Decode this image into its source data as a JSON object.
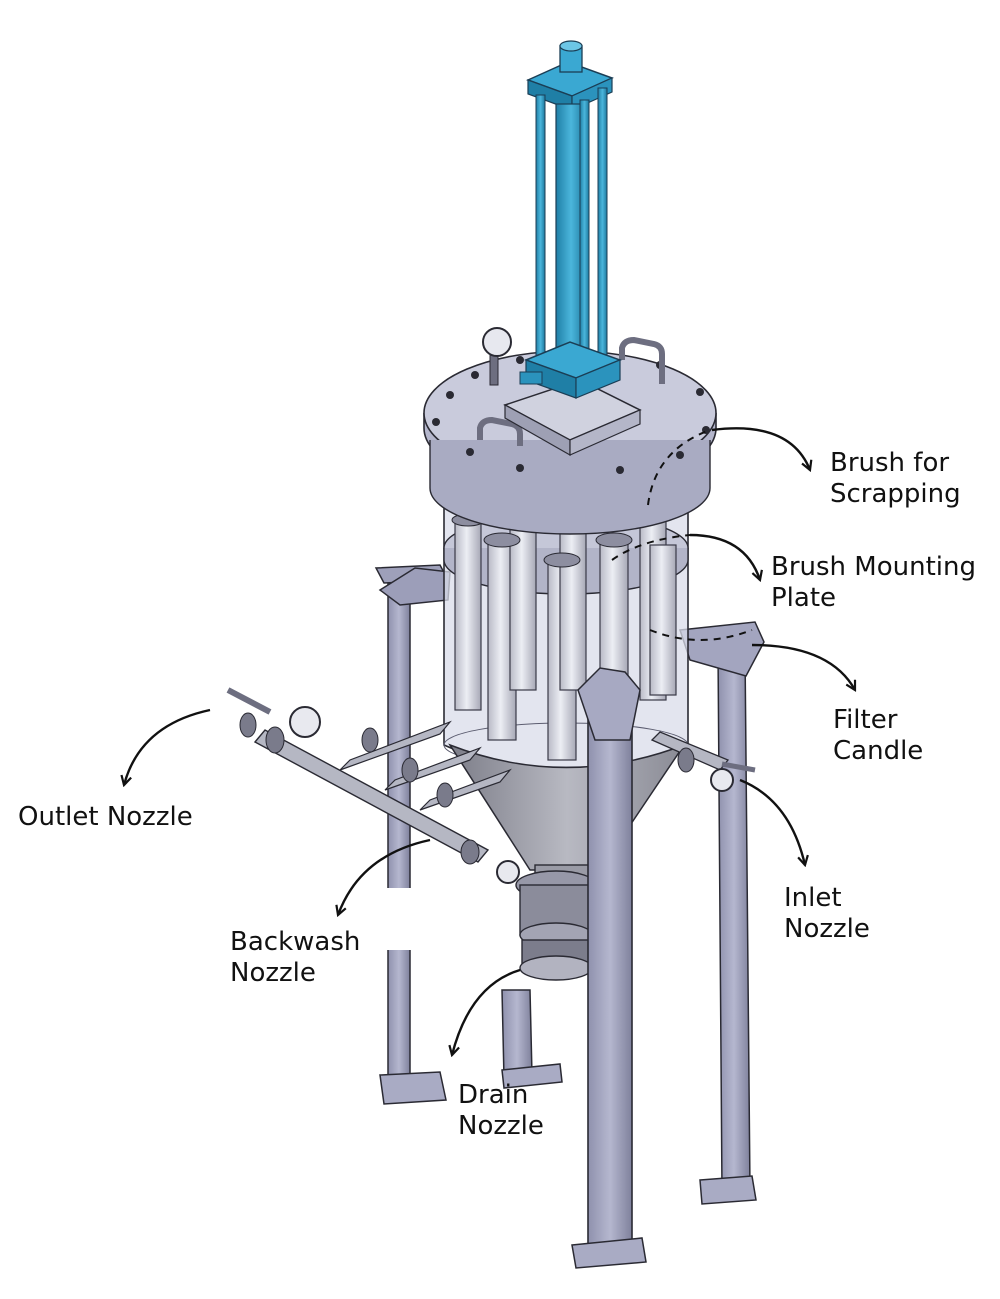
{
  "colors": {
    "background": "#ffffff",
    "label_text": "#111111",
    "arrow": "#111111",
    "cylinder_blue": "#2b9bc6",
    "frame_steel": "#a6a8c2",
    "vessel_glass": "#d3d5e4",
    "candle": "#c8c9d4",
    "outline": "#2a2a33"
  },
  "labels": {
    "brush_scrapping": [
      "Brush for",
      "Scrapping"
    ],
    "brush_mounting_plate": [
      "Brush Mounting",
      "Plate"
    ],
    "filter_candle": [
      "Filter",
      "Candle"
    ],
    "outlet_nozzle": [
      "Outlet Nozzle"
    ],
    "inlet_nozzle": [
      "Inlet",
      "Nozzle"
    ],
    "backwash_nozzle": [
      "Backwash",
      "Nozzle"
    ],
    "drain_nozzle": [
      "Drain",
      "Nozzle"
    ]
  }
}
